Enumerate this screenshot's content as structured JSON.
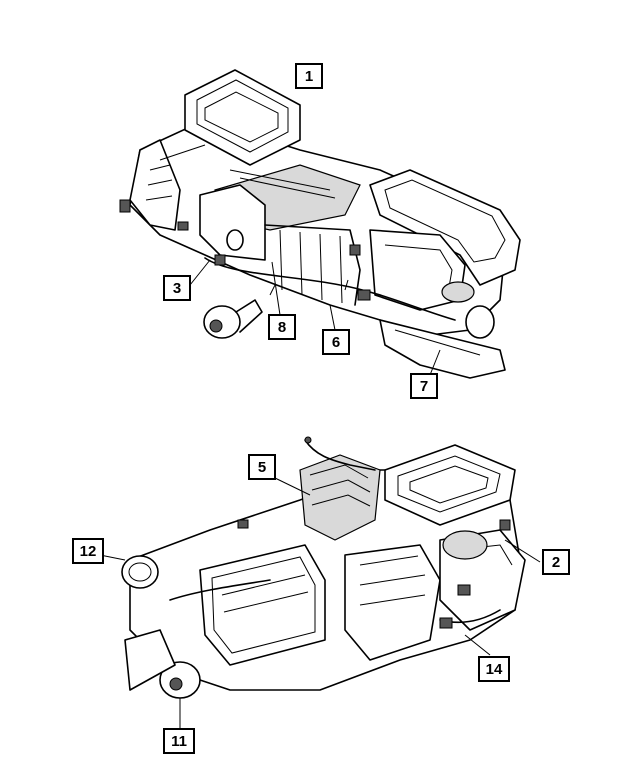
{
  "callouts": {
    "c1": "1",
    "c3": "3",
    "c8": "8",
    "c6": "6",
    "c7": "7",
    "c5": "5",
    "c12": "12",
    "c2": "2",
    "c14": "14",
    "c11": "11"
  },
  "colors": {
    "line": "#000000",
    "background": "#ffffff"
  }
}
